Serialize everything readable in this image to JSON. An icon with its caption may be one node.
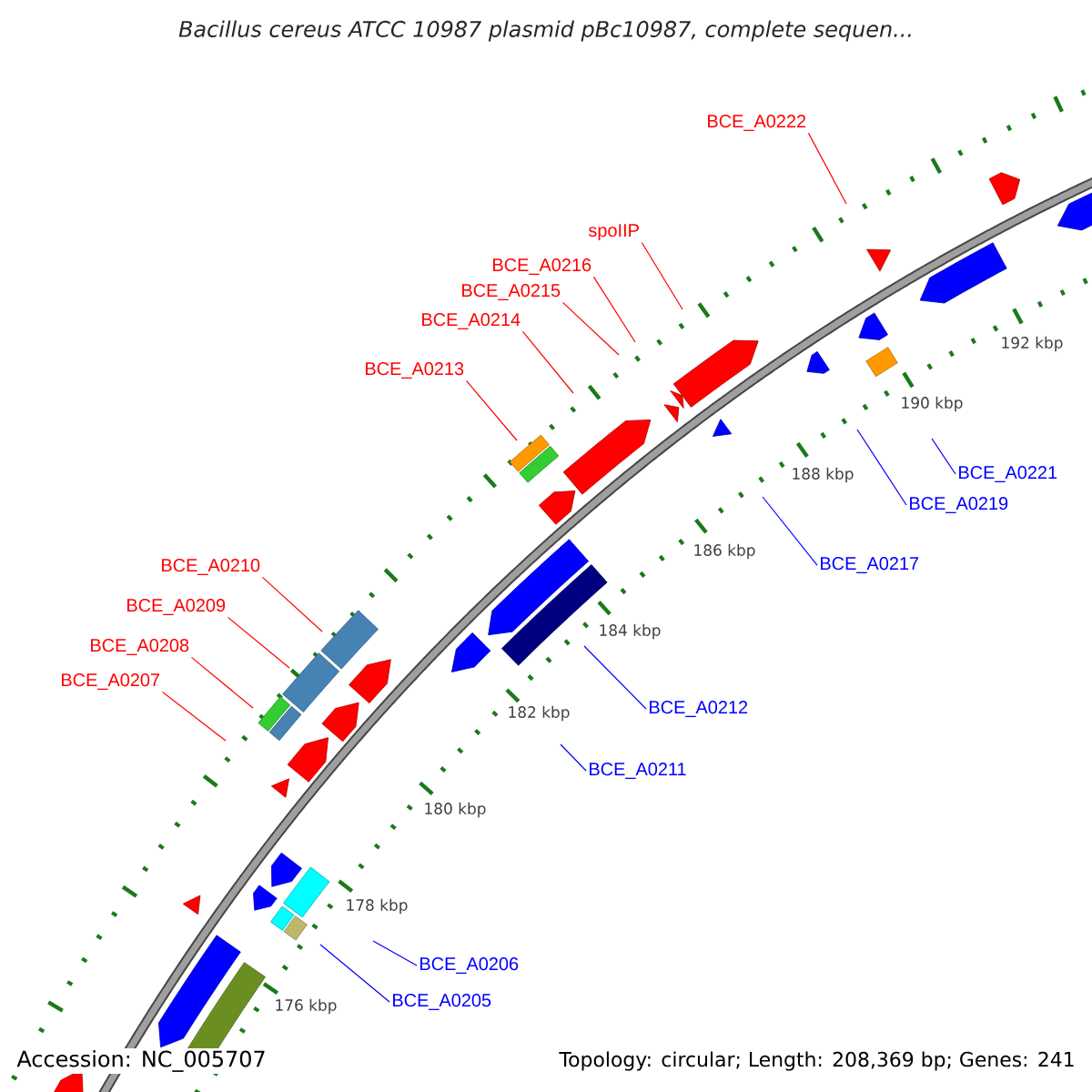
{
  "diagram": {
    "title": "Bacillus cereus ATCC 10987 plasmid pBc10987, complete sequen...",
    "nodes": [
      {
        "text": [
          "BCE_A0222"
        ]
      },
      {
        "text": [
          "spoIIP"
        ]
      },
      {
        "text": [
          "BCE_A0216"
        ]
      },
      {
        "text": [
          "BCE_A0215"
        ]
      },
      {
        "text": [
          "BCE_A0214"
        ]
      },
      {
        "text": [
          "BCE_A0213"
        ]
      },
      {
        "text": [
          "BCE_A0221"
        ]
      },
      {
        "text": [
          "BCE_A0219"
        ]
      },
      {
        "text": [
          "BCE_A0217"
        ]
      },
      {
        "text": [
          "BCE_A0210"
        ]
      },
      {
        "text": [
          "BCE_A0209"
        ]
      },
      {
        "text": [
          "BCE_A0208"
        ]
      },
      {
        "text": [
          "BCE_A0207"
        ]
      },
      {
        "text": [
          "BCE_A0212"
        ]
      },
      {
        "text": [
          "BCE_A0211"
        ]
      },
      {
        "text": [
          "BCE_A0206"
        ]
      },
      {
        "text": [
          "BCE_A0205"
        ]
      }
    ],
    "edges": [
      {
        "from": 0,
        "to": null,
        "arrow": "none"
      },
      {
        "from": 1,
        "to": null,
        "arrow": "none"
      },
      {
        "from": 2,
        "to": null,
        "arrow": "none"
      },
      {
        "from": 3,
        "to": null,
        "arrow": "none"
      },
      {
        "from": 4,
        "to": null,
        "arrow": "none"
      },
      {
        "from": 5,
        "to": null,
        "arrow": "none"
      },
      {
        "from": 6,
        "to": null,
        "arrow": "none",
        "color": "#0000ff"
      },
      {
        "from": 7,
        "to": null,
        "arrow": "none",
        "color": "#0000ff"
      },
      {
        "from": 8,
        "to": null,
        "arrow": "none",
        "color": "#0000ff"
      },
      {
        "from": 9,
        "to": null,
        "arrow": "none"
      },
      {
        "from": 10,
        "to": null,
        "arrow": "none"
      },
      {
        "from": 11,
        "to": null,
        "arrow": "none"
      },
      {
        "from": 12,
        "to": null,
        "arrow": "none"
      },
      {
        "from": 13,
        "to": null,
        "arrow": "none",
        "color": "#0000ff"
      },
      {
        "from": 14,
        "to": null,
        "arrow": "none",
        "color": "#0000ff"
      },
      {
        "from": 15,
        "to": null,
        "arrow": "none",
        "color": "#0000ff"
      },
      {
        "from": 16,
        "to": null,
        "arrow": "none",
        "color": "#0000ff"
      }
    ],
    "labels": [
      "192 kbp",
      "190 kbp",
      "188 kbp",
      "186 kbp",
      "184 kbp",
      "182 kbp",
      "180 kbp",
      "178 kbp",
      "176 kbp",
      "Accession: NC_005707",
      "Topology: circular; Length: 208,369 bp; Genes: 241"
    ]
  }
}
